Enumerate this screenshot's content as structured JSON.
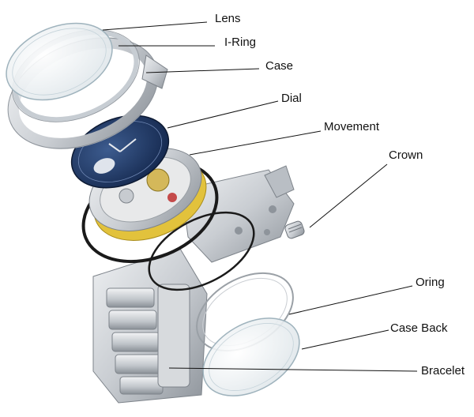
{
  "diagram": {
    "labels": {
      "lens": "Lens",
      "iring": "I-Ring",
      "case": "Case",
      "dial": "Dial",
      "movement": "Movement",
      "crown": "Crown",
      "oring": "Oring",
      "caseback": "Case Back",
      "bracelet": "Bracelet"
    },
    "colors": {
      "steel": "#c9cdd2",
      "steel_dark": "#8e949b",
      "dial_blue": "#1c3560",
      "gold": "#e2c23c",
      "gasket": "#1a1a1a",
      "leader": "#111111"
    }
  }
}
